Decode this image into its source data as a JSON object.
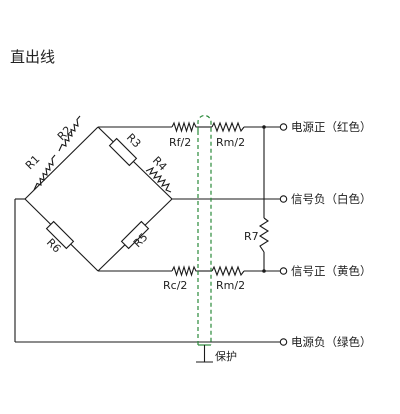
{
  "title": "直出线",
  "components": {
    "r1": "R1",
    "r2": "R2",
    "r3": "R3",
    "r4": "R4",
    "r5": "R5",
    "r6": "R6",
    "r7": "R7",
    "rf2": "Rf/2",
    "rm2_top": "Rm/2",
    "rc2": "Rc/2",
    "rm2_bottom": "Rm/2"
  },
  "terminals": {
    "power_pos": "电源正（红色）",
    "signal_neg": "信号负（白色）",
    "signal_pos": "信号正（黄色）",
    "power_neg": "电源负（绿色）"
  },
  "shield": {
    "label": "保护",
    "color": "#2a8a3a"
  }
}
